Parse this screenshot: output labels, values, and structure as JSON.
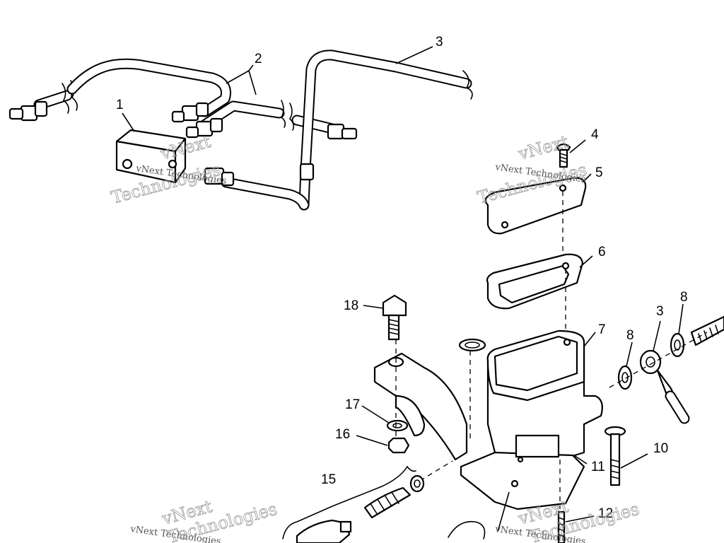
{
  "diagram": {
    "callouts": {
      "c1": "1",
      "c2": "2",
      "c3_top": "3",
      "c4": "4",
      "c5": "5",
      "c6": "6",
      "c7": "7",
      "c8_left": "8",
      "c3_right": "3",
      "c8_right": "8",
      "c10": "10",
      "c11": "11",
      "c12": "12",
      "c15": "15",
      "c16": "16",
      "c17": "17",
      "c18": "18"
    },
    "watermark": {
      "line1": "vNext",
      "line2": "Technologies",
      "caption": "vNext Technologies"
    }
  }
}
